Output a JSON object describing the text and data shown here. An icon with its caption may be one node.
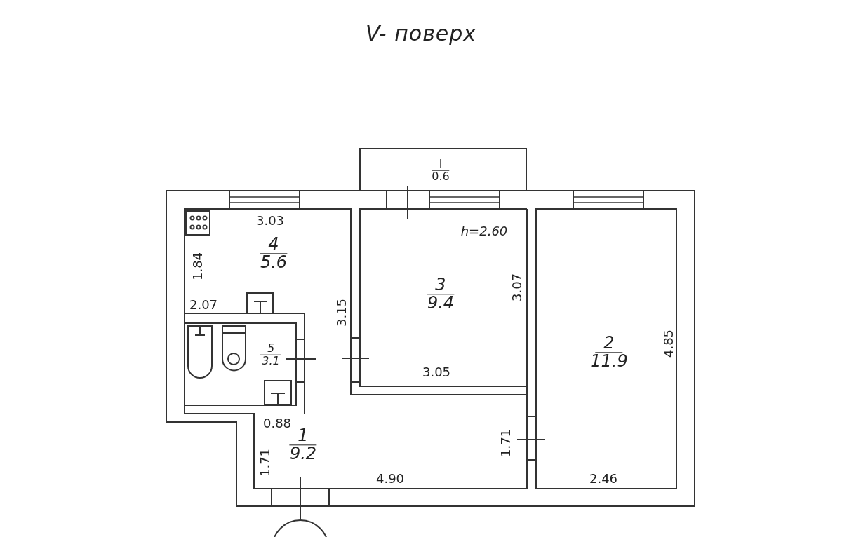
{
  "diagram": {
    "title": "V- поверх",
    "nodes": [
      {
        "text": [
          "I",
          "0.6"
        ]
      },
      {
        "text": [
          "4",
          "5.6"
        ]
      },
      {
        "text": [
          "3",
          "9.4"
        ]
      },
      {
        "text": [
          "5",
          "3.1"
        ]
      },
      {
        "text": [
          "2",
          "11.9"
        ]
      },
      {
        "text": [
          "1",
          "9.2"
        ]
      }
    ],
    "labels": [
      "3.03",
      "h=2.60",
      "1.84",
      "3.07",
      "2.07",
      "3.15",
      "4.85",
      "3.05",
      "0.88",
      "1.71",
      "1.71",
      "4.90",
      "2.46"
    ]
  }
}
